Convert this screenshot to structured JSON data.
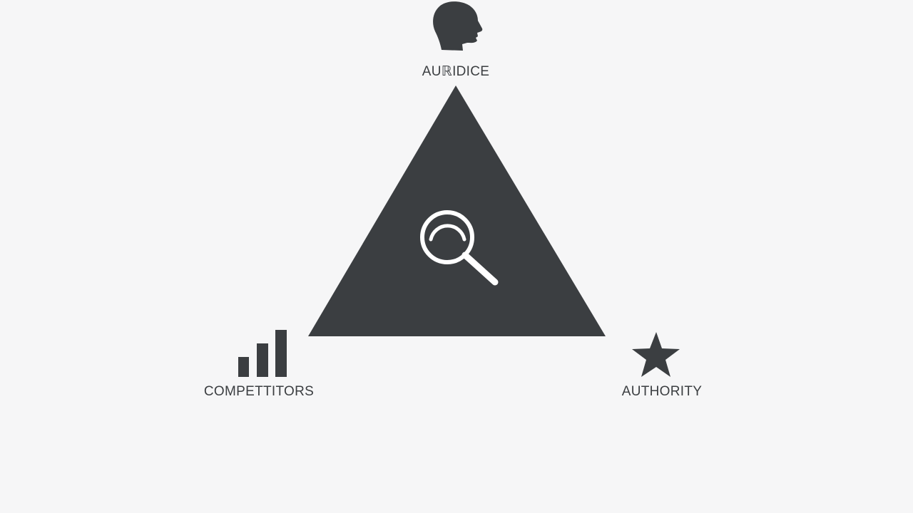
{
  "colors": {
    "background": "#f6f6f7",
    "shape": "#3b3e41",
    "text": "#3b3e41",
    "icon_stroke": "#ffffff"
  },
  "nodes": {
    "top": {
      "label": "AUℝIDICE",
      "icon": "head-silhouette-icon"
    },
    "left": {
      "label": "COMPETTITORS",
      "icon": "bar-chart-icon"
    },
    "right": {
      "label": "AUTHORITY",
      "icon": "star-icon"
    }
  },
  "center": {
    "icon": "magnifying-glass-icon"
  }
}
